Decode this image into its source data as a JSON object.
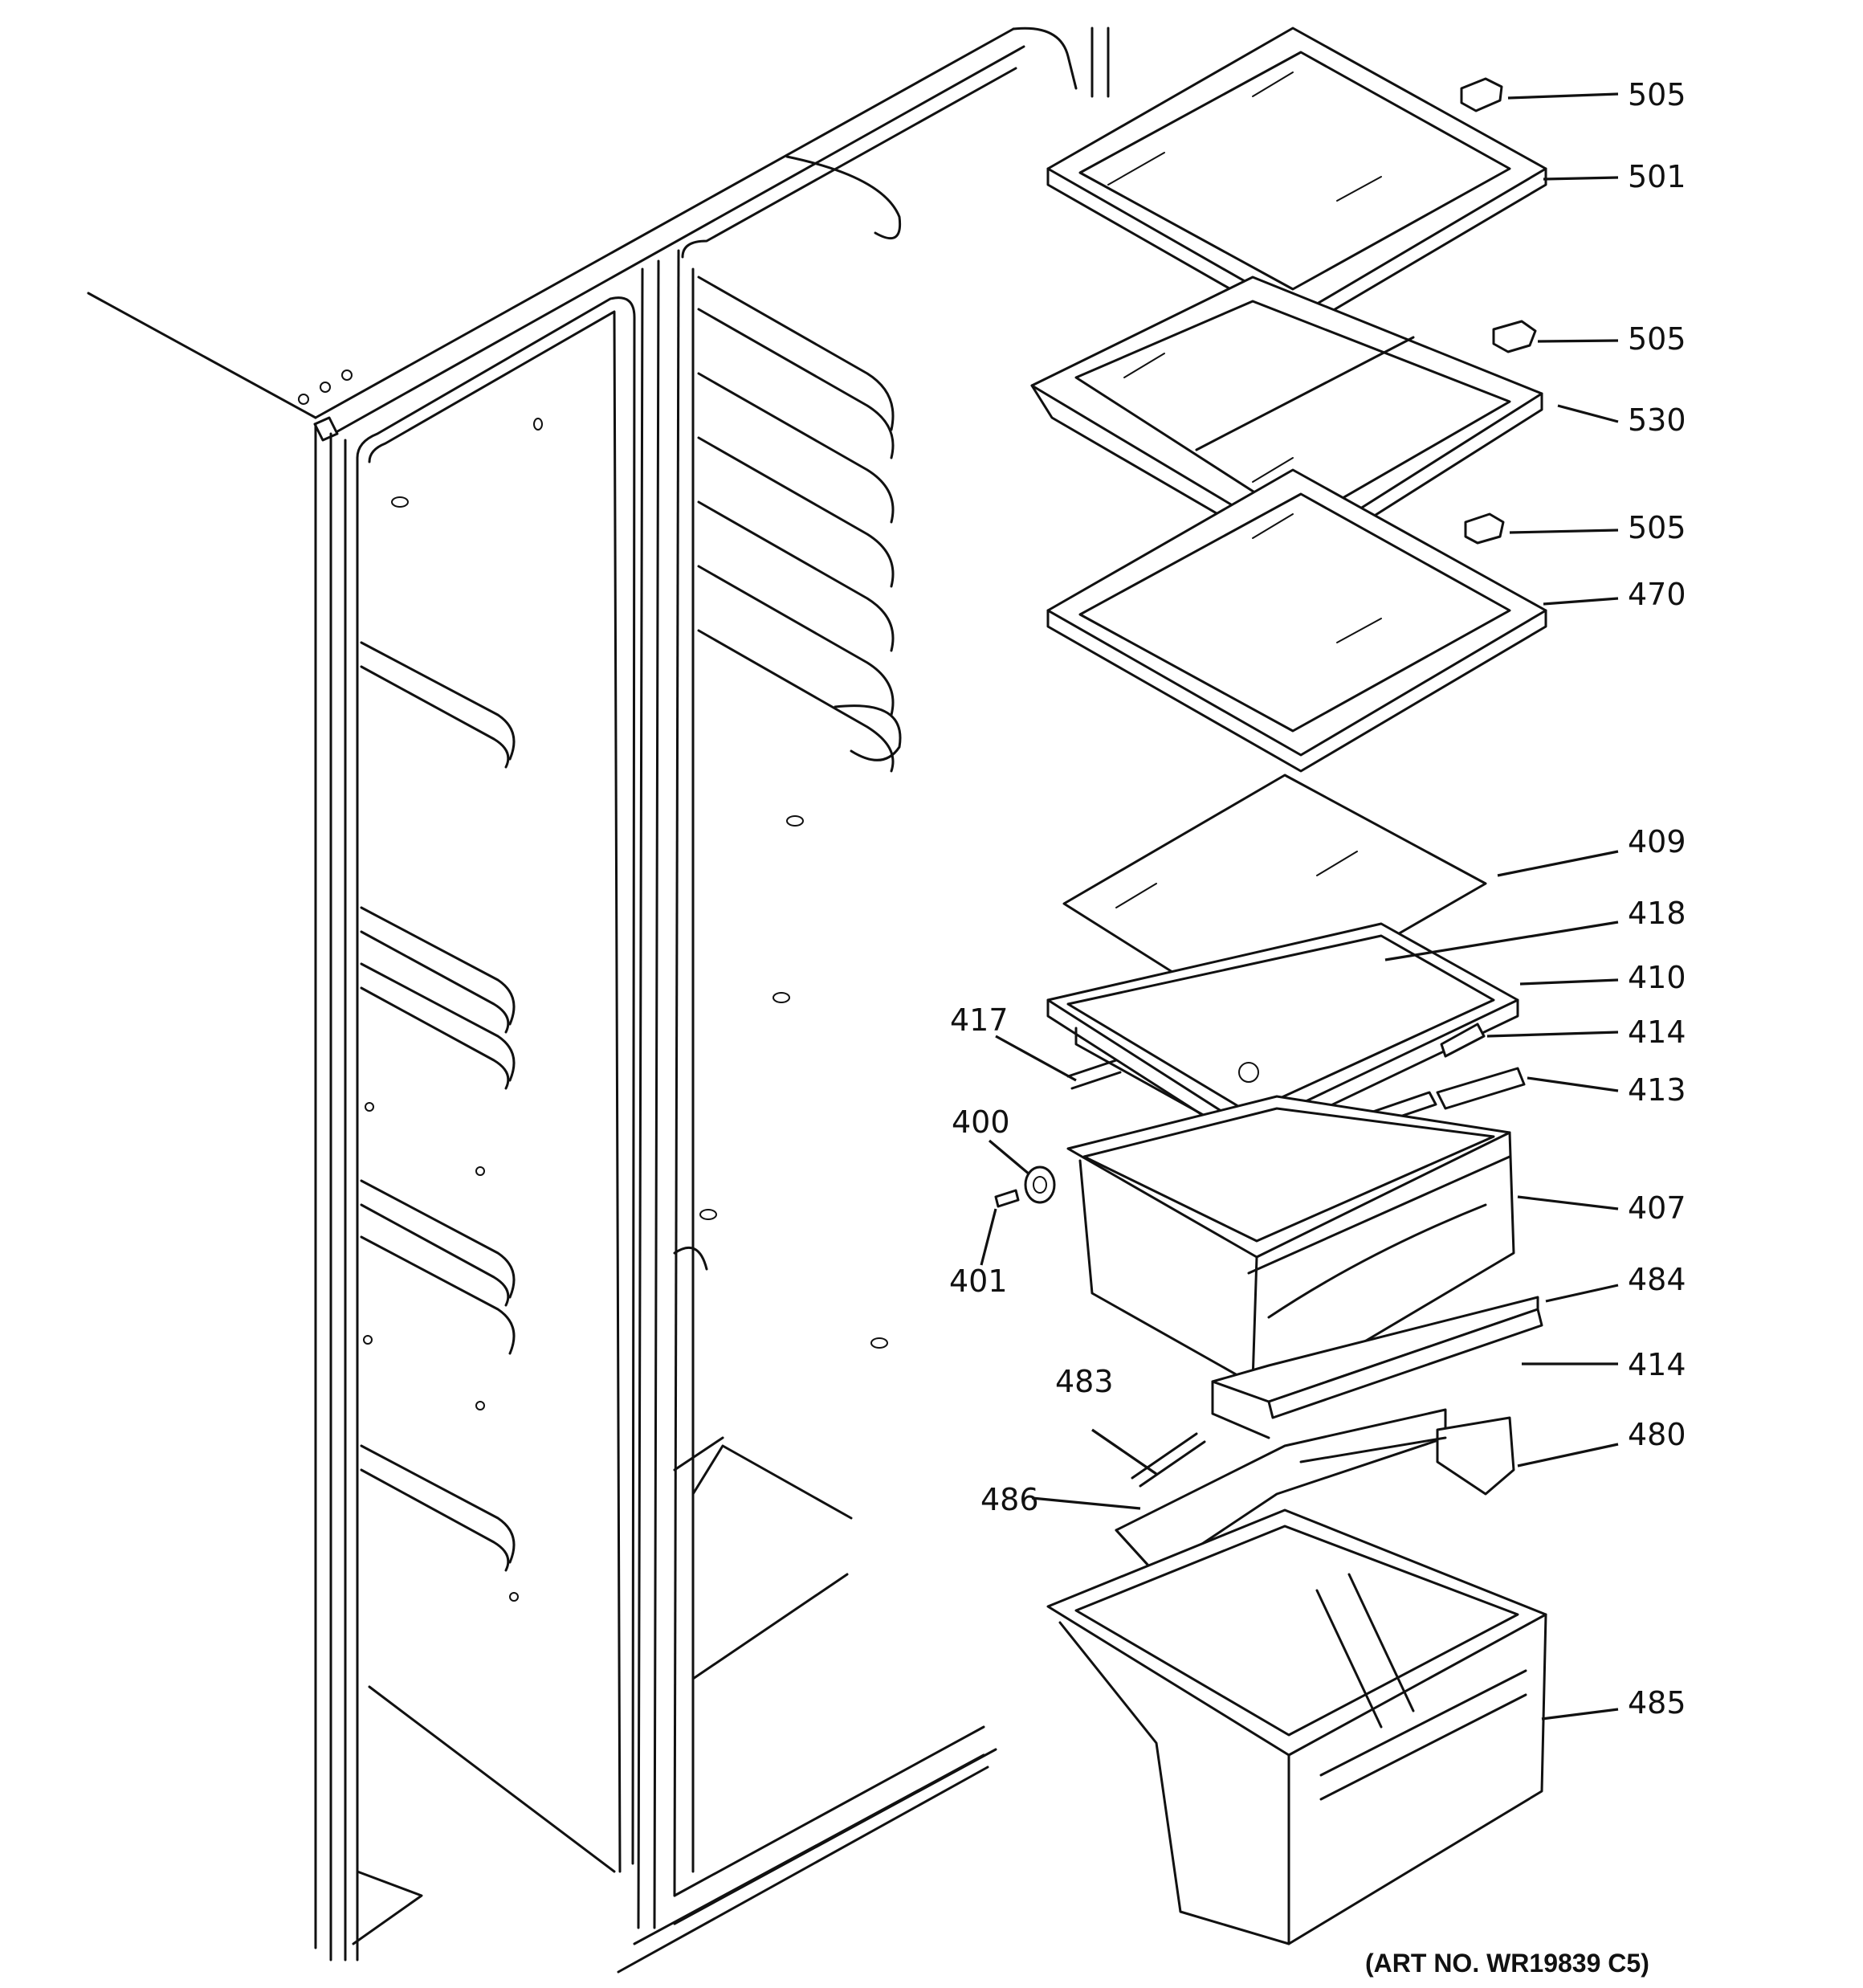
{
  "art_number": "(ART NO. WR19839 C5)",
  "callouts": [
    {
      "id": "c505a",
      "label": "505"
    },
    {
      "id": "c501",
      "label": "501"
    },
    {
      "id": "c505b",
      "label": "505"
    },
    {
      "id": "c530",
      "label": "530"
    },
    {
      "id": "c505c",
      "label": "505"
    },
    {
      "id": "c470",
      "label": "470"
    },
    {
      "id": "c409",
      "label": "409"
    },
    {
      "id": "c418",
      "label": "418"
    },
    {
      "id": "c410",
      "label": "410"
    },
    {
      "id": "c414a",
      "label": "414"
    },
    {
      "id": "c413",
      "label": "413"
    },
    {
      "id": "c407",
      "label": "407"
    },
    {
      "id": "c484",
      "label": "484"
    },
    {
      "id": "c414b",
      "label": "414"
    },
    {
      "id": "c480",
      "label": "480"
    },
    {
      "id": "c485",
      "label": "485"
    },
    {
      "id": "c417",
      "label": "417"
    },
    {
      "id": "c400",
      "label": "400"
    },
    {
      "id": "c401",
      "label": "401"
    },
    {
      "id": "c483",
      "label": "483"
    },
    {
      "id": "c486",
      "label": "486"
    }
  ]
}
